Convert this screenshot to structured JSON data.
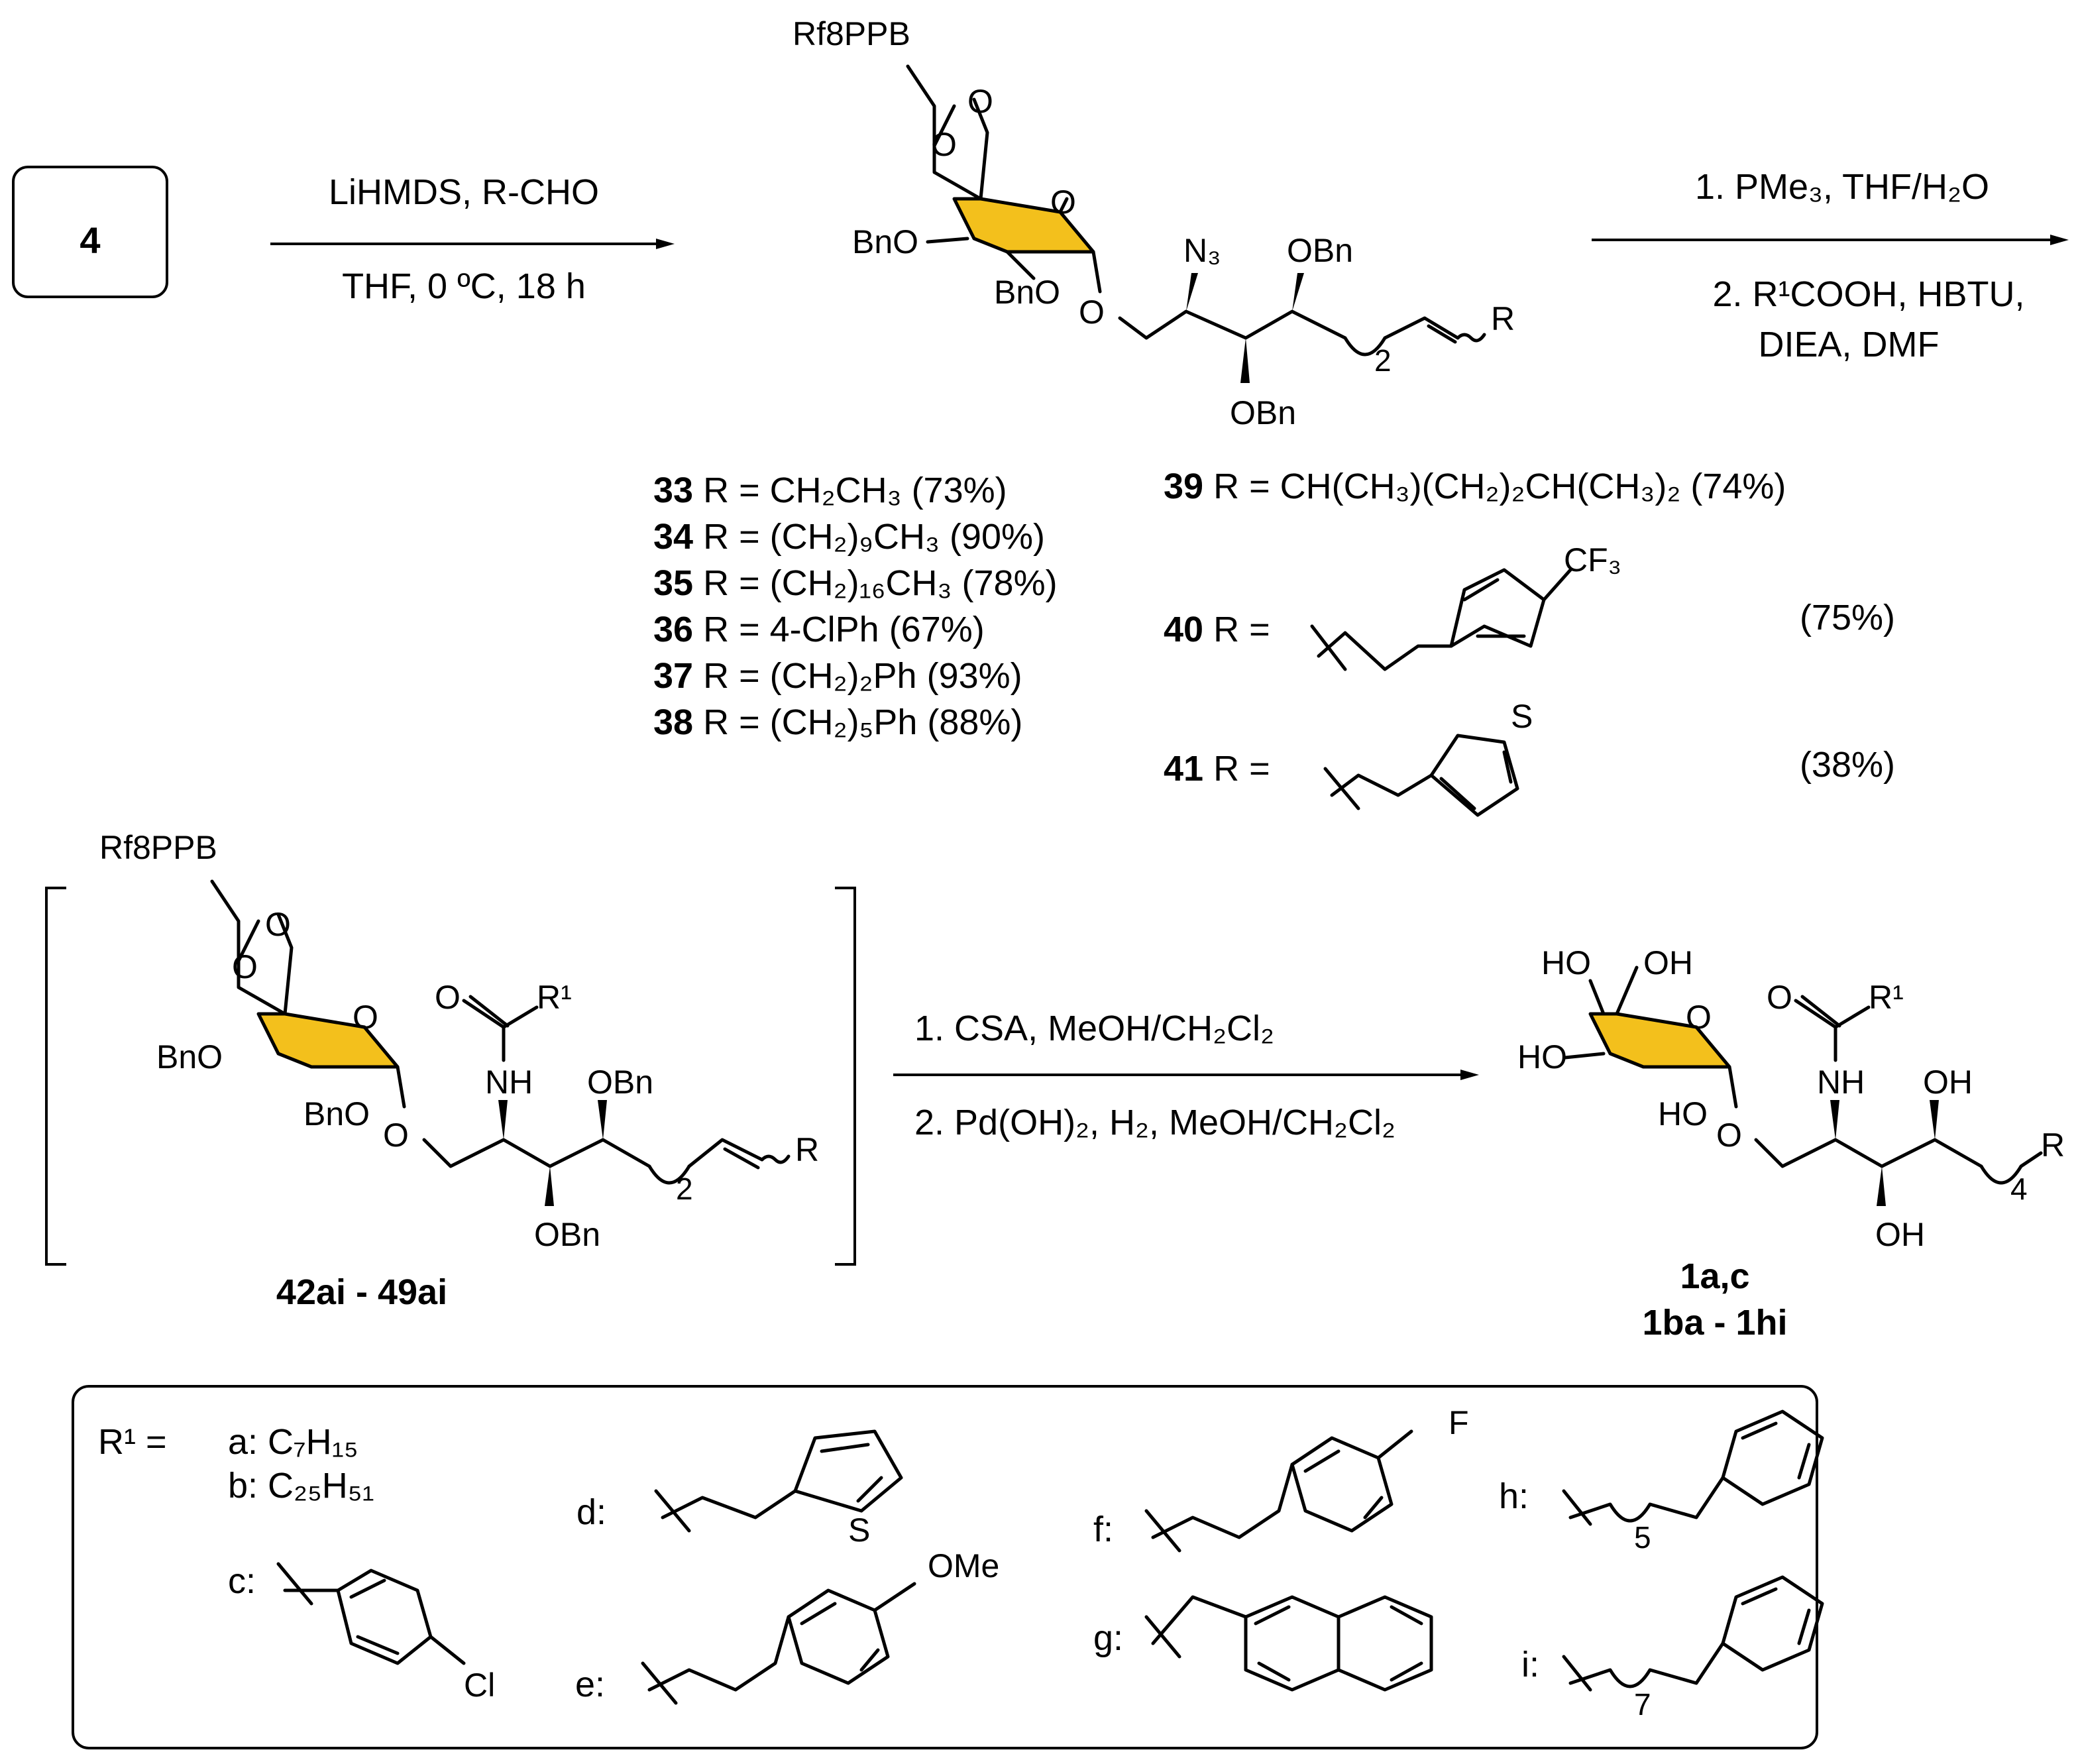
{
  "start_compound": "4",
  "step1": {
    "reagents": "LiHMDS, R-CHO",
    "conditions": "THF, 0 ºC, 18 h"
  },
  "step2": {
    "line1": "1. PMe₃, THF/H₂O",
    "line2": "2. R¹COOH, HBTU,",
    "line3": "DIEA, DMF"
  },
  "step3": {
    "line1": "1. CSA, MeOH/CH₂Cl₂",
    "line2": "2. Pd(OH)₂, H₂, MeOH/CH₂Cl₂"
  },
  "mol_top": {
    "protect": "Rf8PPB",
    "bno1": "BnO",
    "bno2": "BnO",
    "n3": "N₃",
    "obn1": "OBn",
    "obn2": "OBn",
    "sub": "2",
    "r": "R"
  },
  "mol_mid": {
    "protect": "Rf8PPB",
    "bno1": "BnO",
    "bno2": "BnO",
    "nh": "NH",
    "r1": "R¹",
    "obn1": "OBn",
    "obn2": "OBn",
    "sub": "2",
    "r": "R",
    "label": "42ai - 49ai"
  },
  "mol_right": {
    "ho1": "HO",
    "oh1": "OH",
    "ho2": "HO",
    "ho3": "HO",
    "nh": "NH",
    "r1": "R¹",
    "oh2": "OH",
    "oh3": "OH",
    "sub": "4",
    "r": "R",
    "label1": "1a,c",
    "label2": "1ba - 1hi"
  },
  "entries_left": [
    {
      "num": "33",
      "text": "R = CH₂CH₃ (73%)"
    },
    {
      "num": "34",
      "text": "R = (CH₂)₉CH₃ (90%)"
    },
    {
      "num": "35",
      "text": "R = (CH₂)₁₆CH₃ (78%)"
    },
    {
      "num": "36",
      "text": "R = 4-ClPh (67%)"
    },
    {
      "num": "37",
      "text": "R = (CH₂)₂Ph (93%)"
    },
    {
      "num": "38",
      "text": "R = (CH₂)₅Ph (88%)"
    }
  ],
  "entry39": {
    "num": "39",
    "text": "R = CH(CH₃)(CH₂)₂CH(CH₃)₂ (74%)"
  },
  "entry40": {
    "num": "40",
    "text": "R =",
    "yield": "(75%)",
    "sub": "CF₃"
  },
  "entry41": {
    "num": "41",
    "text": "R =",
    "yield": "(38%)",
    "hetero": "S"
  },
  "r1_box": {
    "title": "R¹ =",
    "a": "a: C₇H₁₅",
    "b": "b: C₂₅H₅₁",
    "c": "c:",
    "c_sub": "Cl",
    "d": "d:",
    "d_hetero": "S",
    "e": "e:",
    "e_sub": "OMe",
    "f": "f:",
    "f_sub": "F",
    "g": "g:",
    "h": "h:",
    "h_n": "5",
    "i": "i:",
    "i_n": "7"
  },
  "colors": {
    "galactose_ring": "#f3c01c"
  }
}
